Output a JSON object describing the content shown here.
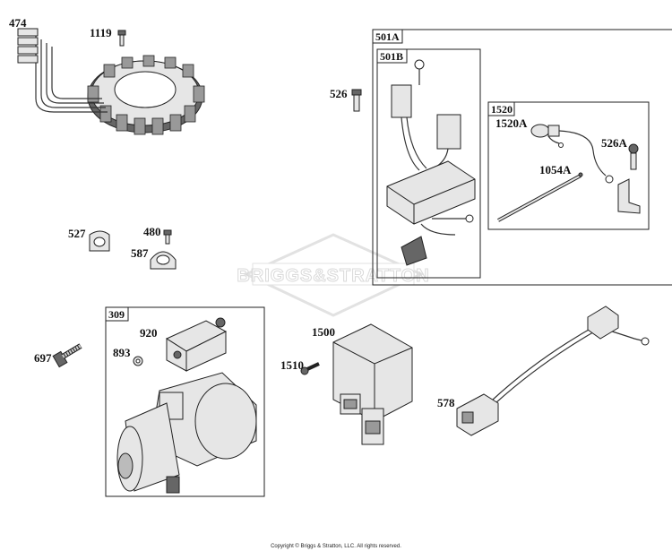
{
  "labels": {
    "p474": "474",
    "p1119": "1119",
    "p526": "526",
    "p527": "527",
    "p480": "480",
    "p587": "587",
    "p1520A": "1520A",
    "p526A": "526A",
    "p1054A": "1054A",
    "p920": "920",
    "p893": "893",
    "p697": "697",
    "p1500": "1500",
    "p1510": "1510",
    "p578": "578"
  },
  "boxes": {
    "b501A": "501A",
    "b501B": "501B",
    "b1520": "1520",
    "b309": "309"
  },
  "watermark": "BRIGGS&STRATTON",
  "copyright": "Copyright © Briggs & Stratton, LLC. All rights reserved."
}
